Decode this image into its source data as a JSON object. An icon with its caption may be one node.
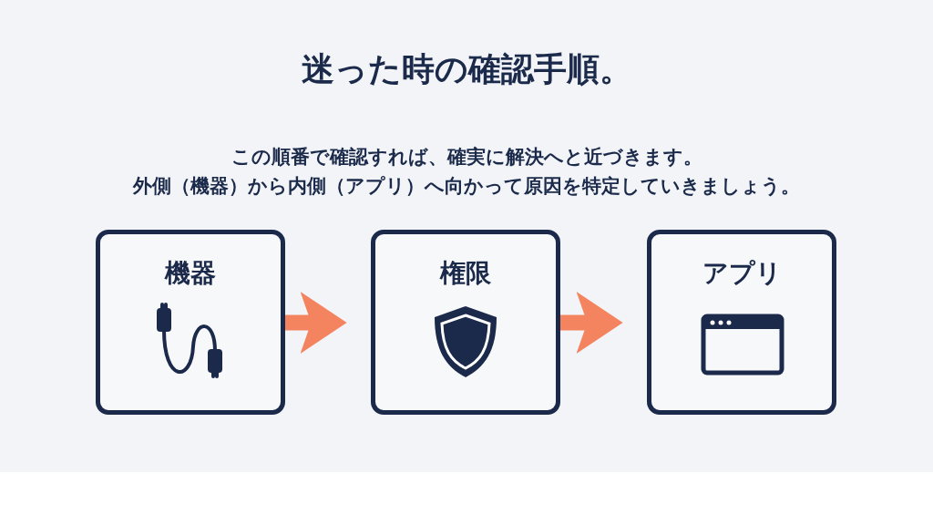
{
  "diagram": {
    "title": "迷った時の確認手順。",
    "nodes": [
      {
        "text": [
          "機器"
        ]
      },
      {
        "text": [
          "権限"
        ]
      },
      {
        "text": [
          "アプリ"
        ]
      }
    ],
    "edges": [
      {
        "from": 0,
        "to": 1,
        "arrow": "to"
      },
      {
        "from": 1,
        "to": 2,
        "arrow": "to"
      }
    ],
    "labels": [
      "この順番で確認すれば、確実に解決へと近づきます。",
      "外側（機器）から内側（アプリ）へ向かって原因を特定していきましょう。"
    ]
  }
}
